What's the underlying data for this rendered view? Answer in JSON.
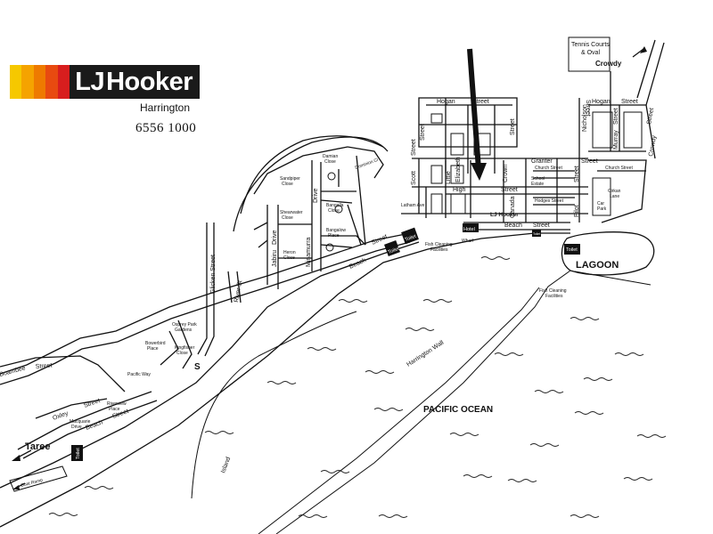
{
  "brand": {
    "logo_lj": "LJ",
    "logo_name": "Hooker",
    "office": "Harrington",
    "phone": "6556 1000",
    "stripe_colors": [
      "#f6c800",
      "#f5a300",
      "#ee7a00",
      "#e84a10",
      "#d81e1e"
    ],
    "box_color": "#1a1a1a"
  },
  "labels": {
    "tennis1": "Tennis Courts",
    "tennis2": "& Oval",
    "crowdy_dir": "Crowdy",
    "hogan_st_1": "Hogan",
    "hogan_st_1b": "Street",
    "hogan_st_2": "Hogan",
    "hogan_st_2b": "Street",
    "street_v1": "Street",
    "street_v2": "Street",
    "scott": "Scott",
    "street_scott": "Street",
    "little": "Little",
    "elizabeth": "Elizabeth",
    "crown": "Crown",
    "granter": "Granter",
    "granter_st": "Street",
    "nicholson": "Nicholson",
    "nicholson_st": "Street",
    "murray": "Murray",
    "murray_st": "Street",
    "crowdy_st": "Crowdy",
    "crowdy_st2": "Street",
    "church_st_1": "Church Street",
    "church_st_2": "Church Street",
    "school_1": "School",
    "school_2": "Estate",
    "hodges": "Hodges Street",
    "pilot": "Pilot",
    "pilot_st": "Street",
    "high": "High",
    "high_st": "Street",
    "canada": "Canada",
    "latham": "Latham Ave",
    "ljh_marker": "LJ Hooker",
    "beach_1": "Beach",
    "beach_1b": "Street",
    "hotel": "Hotel",
    "wharf": "Wharf",
    "fish1a": "Fish Cleaning",
    "fish1b": "Facilities",
    "fish2a": "Fish Cleaning",
    "fish2b": "Facilities",
    "toilet_1": "Toilet",
    "toilet_2": "Toilet",
    "toilet_3": "Toilet",
    "toilet_4": "Toilet",
    "boat_ramp": "Boat Ramp",
    "car_park1": "Car",
    "car_park2": "Park",
    "cirkan1": "Cirkan",
    "cirkan2": "Lane",
    "lagoon": "LAGOON",
    "pacific": "PACIFIC OCEAN",
    "harrington_wall": "Harrington Wall",
    "island": "Island",
    "dominion": "Dominion Cl",
    "damian1": "Damian",
    "damian2": "Close",
    "sandpiper1": "Sandpiper",
    "sandpiper2": "Close",
    "shearwater1": "Shearwater",
    "shearwater2": "Close",
    "drive_v": "Drive",
    "bangalla1": "Bangalla",
    "bangalla2": "Close",
    "banksia1": "Bangalow",
    "banksia2": "Place",
    "jabiru": "Jabiru",
    "jabiru_dr": "Drive",
    "minamurra": "Minamurra",
    "heron1": "Heron",
    "heron2": "Close",
    "beach_2": "Beach",
    "beach_2b": "Street",
    "road_s": "Street",
    "glicken": "Glicken Street",
    "river_st": "River St",
    "osprey1": "Osprey Park",
    "osprey2": "Gardens",
    "bowerbird1": "Bowerbird",
    "bowerbird2": "Place",
    "kingfisher1": "Kingfisher",
    "kingfisher2": "Close",
    "pacific_way": "Pacific Way",
    "boambee": "Boambee",
    "boambee_st": "Street",
    "oxley": "Oxley",
    "oxley_st": "Street",
    "macquarie1": "Macquarie",
    "macquarie2": "Drive",
    "riverview1": "Riverview",
    "riverview2": "Place",
    "beach_3": "Beach",
    "beach_3b": "Street",
    "taree": "Taree",
    "s_glyph": "S"
  }
}
